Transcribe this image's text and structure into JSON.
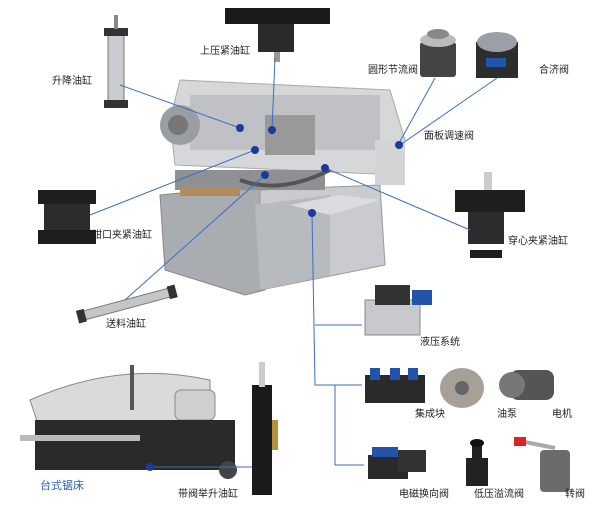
{
  "labels": {
    "lift_cylinder": "升降油缸",
    "top_clamp_cylinder": "上压紧油缸",
    "round_throttle_valve": "圆形节流阀",
    "combo_valve": "合济阀",
    "panel_speed_valve": "面板调速阀",
    "jaw_clamp_cylinder": "钳口夹紧油缸",
    "through_clamp_cylinder": "穿心夹紧油缸",
    "feed_cylinder": "送料油缸",
    "hydraulic_system": "液压系统",
    "manifold_block": "集成块",
    "oil_pump": "油泵",
    "motor": "电机",
    "bench_saw": "台式锯床",
    "valved_lift_cylinder": "带阀举升油缸",
    "solenoid_directional_valve": "电磁换向阀",
    "low_pressure_relief_valve": "低压溢流阀",
    "rotary_valve": "转阀"
  },
  "colors": {
    "line": "#3a6fc4",
    "dot": "#1a3a9c",
    "machine": "#c8c9cb",
    "dark": "#2a2a2a",
    "blue_label": "#2e5fb0"
  }
}
